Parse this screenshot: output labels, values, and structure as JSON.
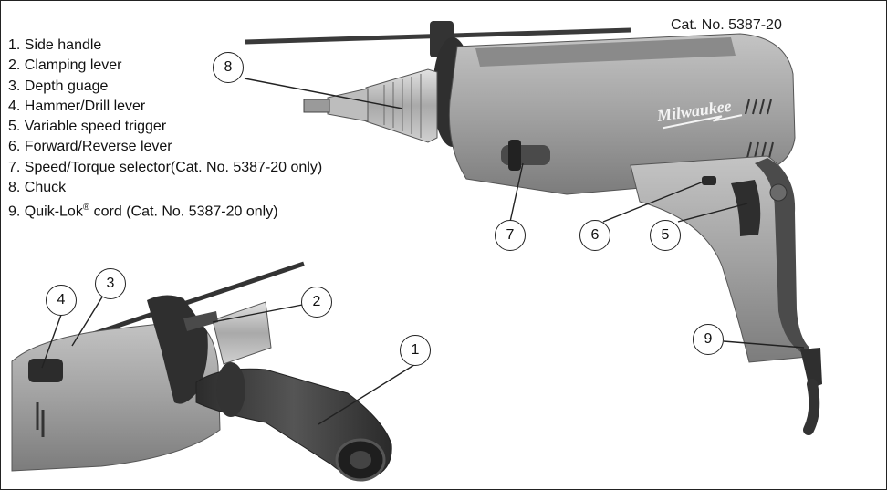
{
  "cat_no": "Cat. No. 5387-20",
  "legend": [
    {
      "num": "1.",
      "text": "Side handle"
    },
    {
      "num": "2.",
      "text": "Clamping lever"
    },
    {
      "num": "3.",
      "text": "Depth guage"
    },
    {
      "num": "4.",
      "text": "Hammer/Drill lever"
    },
    {
      "num": "5.",
      "text": "Variable speed trigger"
    },
    {
      "num": "6.",
      "text": "Forward/Reverse lever"
    },
    {
      "num": "7.",
      "text": "Speed/Torque selector(Cat. No. 5387-20 only)"
    },
    {
      "num": "8.",
      "text": "Chuck"
    },
    {
      "num": "9.",
      "text": "Quik-Lok",
      "sup": "®",
      "suffix": " cord (Cat. No. 5387-20 only)"
    }
  ],
  "callouts": {
    "c1": "1",
    "c2": "2",
    "c3": "3",
    "c4": "4",
    "c5": "5",
    "c6": "6",
    "c7": "7",
    "c8": "8",
    "c9": "9"
  },
  "brand_logo_text": "Milwaukee",
  "colors": {
    "body": "#a7a7a7",
    "body_dark": "#6e6e6e",
    "grip": "#3a3a3a",
    "metal": "#c9c9c9",
    "outline": "#222222"
  }
}
